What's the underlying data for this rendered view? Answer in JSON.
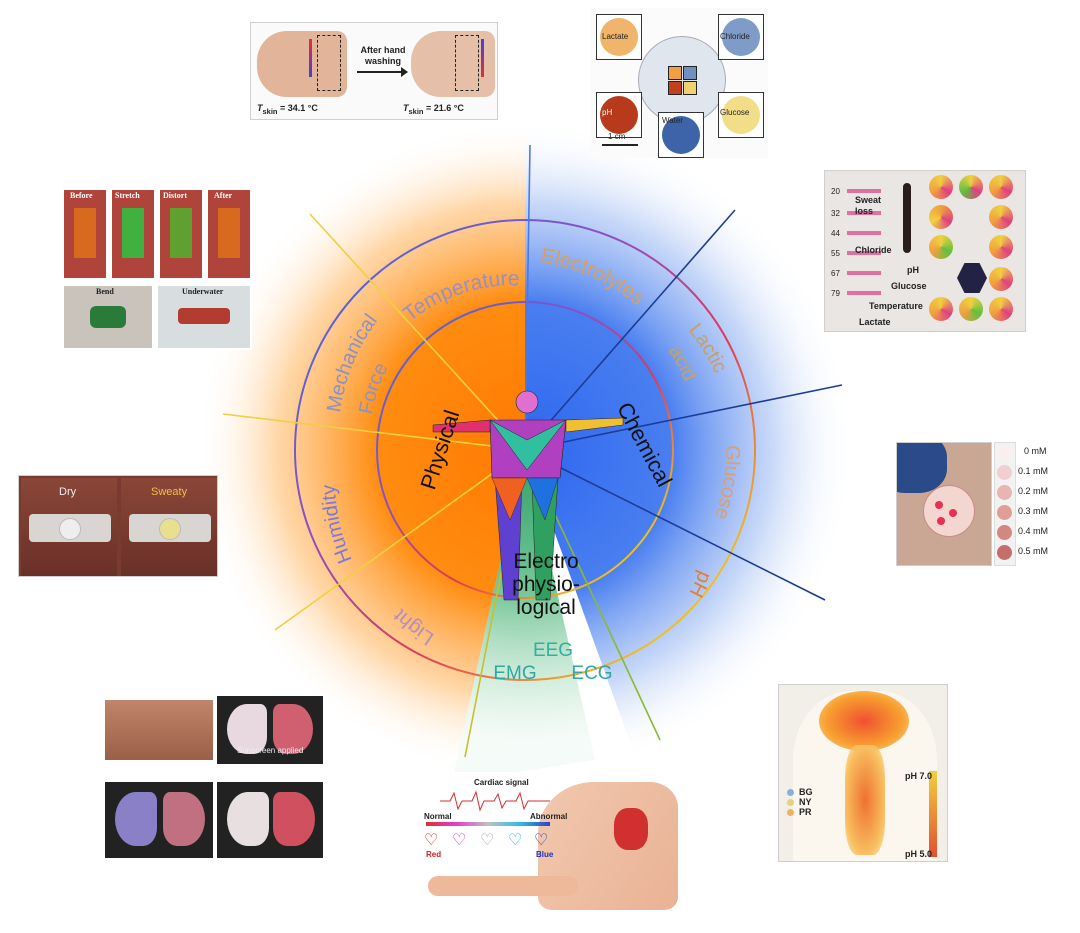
{
  "colors": {
    "physical": "#ff8a00",
    "chemical": "#2e6bf0",
    "electro": "#2faa6a"
  },
  "wheel": {
    "categories": {
      "physical": "Physical",
      "chemical": "Chemical",
      "electro_lines": [
        "Electro",
        "physio-",
        "logical"
      ]
    },
    "physical_items": {
      "temperature": "Temperature",
      "mechanical_lines": [
        "Mechanical",
        "Force"
      ],
      "humidity": "Humidity",
      "light": "Light"
    },
    "chemical_items": {
      "electrolytes": "Electrolytes",
      "lactic_lines": [
        "Lactic",
        "acid"
      ],
      "glucose": "Glucose",
      "ph": "pH"
    },
    "electro_items": {
      "eeg": "EEG",
      "emg": "EMG",
      "ecg": "ECG"
    }
  },
  "panels": {
    "temperature": {
      "after_line1": "After hand",
      "after_line2": "washing",
      "t1": "34.1 °C",
      "t2": "21.6 °C",
      "t_symbol": "T",
      "t_sub": "skin",
      "eq": " = "
    },
    "chemical_top": {
      "lactate": "Lactate",
      "chloride": "Chloride",
      "ph": "pH",
      "glucose": "Glucose",
      "water": "Water",
      "scale": "1 cm"
    },
    "mechanical": {
      "before": "Before",
      "stretch": "Stretch",
      "distort": "Distort",
      "after": "After",
      "bend": "Bend",
      "underwater": "Underwater"
    },
    "sweat": {
      "ticks": [
        "20",
        "32",
        "44",
        "55",
        "67",
        "79"
      ],
      "sweat_loss_1": "Sweat",
      "sweat_loss_2": "loss",
      "chloride": "Chloride",
      "ph": "pH",
      "glucose": "Glucose",
      "temperature": "Temperature",
      "lactate": "Lactate"
    },
    "glucose": {
      "levels": [
        "0 mM",
        "0.1 mM",
        "0.2 mM",
        "0.3 mM",
        "0.4 mM",
        "0.5 mM"
      ]
    },
    "humidity": {
      "dry": "Dry",
      "sweaty": "Sweaty"
    },
    "light": {
      "sunscreen": "Sunscreen applied"
    },
    "ecg": {
      "cardiac": "Cardiac signal",
      "normal": "Normal",
      "abnormal": "Abnormal",
      "red": "Red",
      "blue": "Blue"
    },
    "ph_map": {
      "bg": "BG",
      "ny": "NY",
      "pr": "PR",
      "ph_high": "pH 7.0",
      "ph_low": "pH 5.0"
    }
  }
}
